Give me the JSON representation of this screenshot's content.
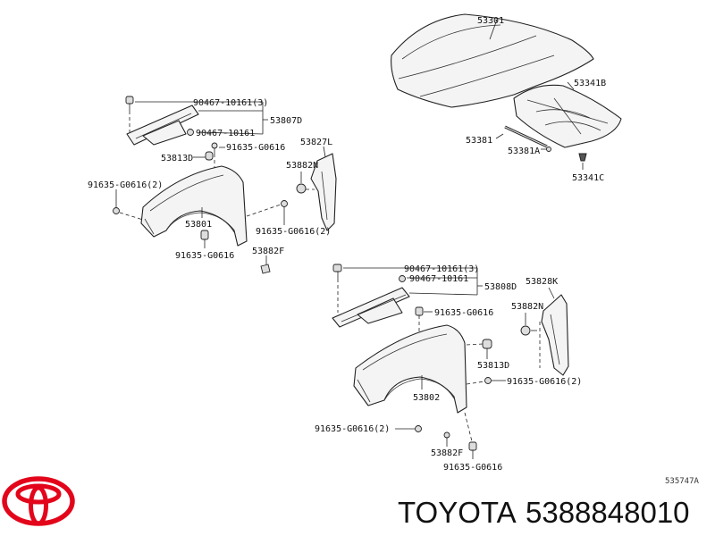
{
  "labels": {
    "hood": "53301",
    "hood_insulator": "53341B",
    "hood_stay": "53381",
    "hood_stay_clip": "53381A",
    "insulator_clip": "53341C",
    "clip_L_top": "90467-10161(3)",
    "seal_L": "53807D",
    "clip_L_mid": "90467-10161",
    "bolt_L_top": "91635-G0616",
    "cushion_L": "53813D",
    "bracket_L": "53827L",
    "grommet_L": "53882N",
    "bolts_L_left": "91635-G0616(2)",
    "fender_L": "53801",
    "bolts_L_right": "91635-G0616(2)",
    "pad_L": "53882F",
    "bolt_L_bottom": "91635-G0616",
    "clip_R_top": "90467-10161(3)",
    "clip_R_mid": "90467-10161",
    "seal_R": "53808D",
    "bracket_R": "53828K",
    "bolt_R_top": "91635-G0616",
    "grommet_R": "53882N",
    "cushion_R": "53813D",
    "bolts_R_right": "91635-G0616(2)",
    "fender_R": "53802",
    "bolts_R_bottom": "91635-G0616(2)",
    "pad_R": "53882F",
    "bolt_R_bottom": "91635-G0616",
    "diagram_ref": "535747A"
  },
  "footer": {
    "brand": "TOYOTA",
    "part_number": "5388848010"
  },
  "icons": {
    "logo": "toyota-logo-icon"
  },
  "colors": {
    "logo_red": "#e3061b",
    "ink": "#111111"
  }
}
